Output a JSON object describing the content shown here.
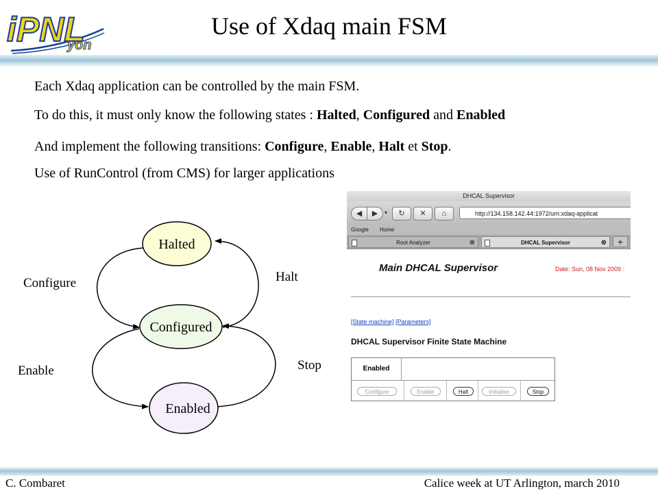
{
  "header": {
    "title": "Use of Xdaq main FSM",
    "logo_text": "iPNL",
    "logo_sub": "yon"
  },
  "body": {
    "line1": "Each  Xdaq application can be controlled by the main FSM.",
    "line2_prefix": "To do this, it must only know the following states : ",
    "state_halted": "Halted",
    "sep_comma": ", ",
    "state_configured": "Configured",
    "line2_and": " and  ",
    "state_enabled": "Enabled",
    "line3_prefix": "And implement the following transitions:  ",
    "tr_configure": "Configure",
    "tr_enable": "Enable",
    "tr_halt": "Halt",
    "line3_et": " et ",
    "tr_stop": "Stop",
    "line3_end": ".",
    "line4": "Use of RunControl (from CMS) for larger applications"
  },
  "diagram": {
    "states": {
      "halted": "Halted",
      "configured": "Configured",
      "enabled": "Enabled"
    },
    "transitions": {
      "configure": "Configure",
      "halt": "Halt",
      "enable": "Enable",
      "stop": "Stop"
    },
    "colors": {
      "halted": "#fdfdd6",
      "configured": "#eefae7",
      "enabled": "#f7eefc"
    }
  },
  "browser": {
    "window_title": "DHCAL Supervisor",
    "url": "http://134.158.142.44:1972/urn:xdaq-applicat",
    "bookmarks": [
      "Google",
      "Home"
    ],
    "tabs": [
      {
        "label": "Root Analyzer"
      },
      {
        "label": "DHCAL Supervisor"
      }
    ],
    "heading": "Main DHCAL Supervisor",
    "date": "Date: Sun, 08 Nov 2009 :",
    "links": {
      "state_machine": "[State machine]",
      "parameters": "[Parameters]"
    },
    "fsm_heading": "DHCAL Supervisor Finite State Machine",
    "current_state": "Enabled",
    "buttons": {
      "configure": "Configure",
      "enable": "Enable",
      "halt": "Halt",
      "initialise": "Initialise",
      "stop": "Stop"
    },
    "date_color": "#cc1b1b",
    "link_color": "#1a3fb3"
  },
  "footer": {
    "left": "C. Combaret",
    "right": "Calice week at UT Arlington, march 2010"
  }
}
